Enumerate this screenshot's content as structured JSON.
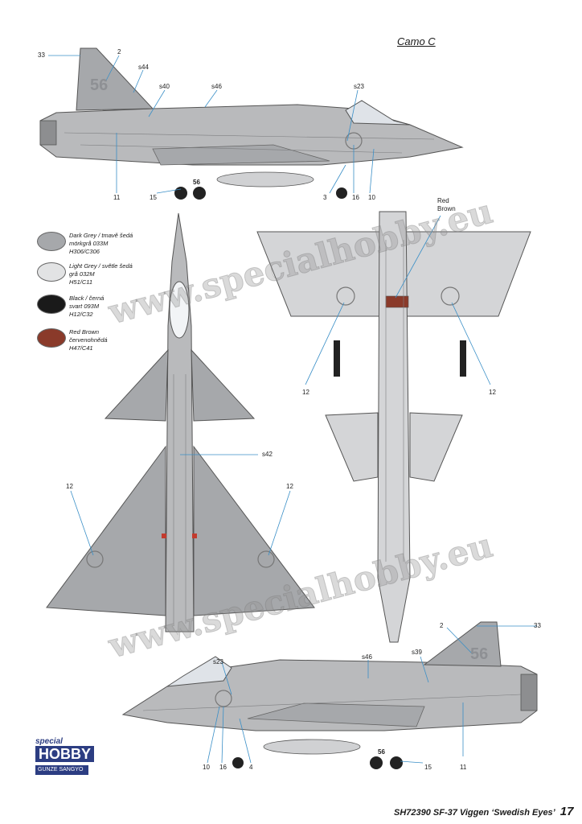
{
  "scheme_title": "Camo C",
  "legend": [
    {
      "text": [
        "Dark Grey / tmavě šedá",
        "mörkgrå 033M",
        "H306/C306"
      ],
      "color": "#a6a8ab"
    },
    {
      "text": [
        "Light Grey / světle šedá",
        "grå 032M",
        "H51/C11"
      ],
      "color": "#e2e3e4"
    },
    {
      "text": [
        "Black / černá",
        "svart 093M",
        "H12/C32"
      ],
      "color": "#1a1a1a"
    },
    {
      "text": [
        "Red Brown",
        "červenohnědá",
        "H47/C41"
      ],
      "color": "#8a3a2a"
    }
  ],
  "callouts": {
    "top_view": [
      "33",
      "2",
      "s44",
      "s40",
      "s46",
      "s23",
      "11",
      "15",
      "3",
      "16",
      "10"
    ],
    "top_tail_number": "56",
    "top_gear_number": "56",
    "lower_plan": [
      "s42",
      "12",
      "12"
    ],
    "underside_plan": [
      "Red",
      "Brown",
      "12",
      "12"
    ],
    "bottom_view": [
      "2",
      "33",
      "s46",
      "s39",
      "s23",
      "10",
      "16",
      "4",
      "15",
      "11"
    ],
    "bottom_tail_number": "56",
    "bottom_gear_number": "56"
  },
  "watermark": "www.specialhobby.eu",
  "logo": {
    "special": "special",
    "hobby": "HOBBY",
    "partner": "GUNZE SANGYO"
  },
  "footer": {
    "text": "SH72390  SF-37 Viggen ‘Swedish Eyes’",
    "page": "17"
  },
  "colors": {
    "dark_grey": "#a6a8ab",
    "light_grey": "#e2e3e4",
    "black": "#1a1a1a",
    "red_brown": "#8a3a2a",
    "blue_lines": "#3a8fc7"
  }
}
